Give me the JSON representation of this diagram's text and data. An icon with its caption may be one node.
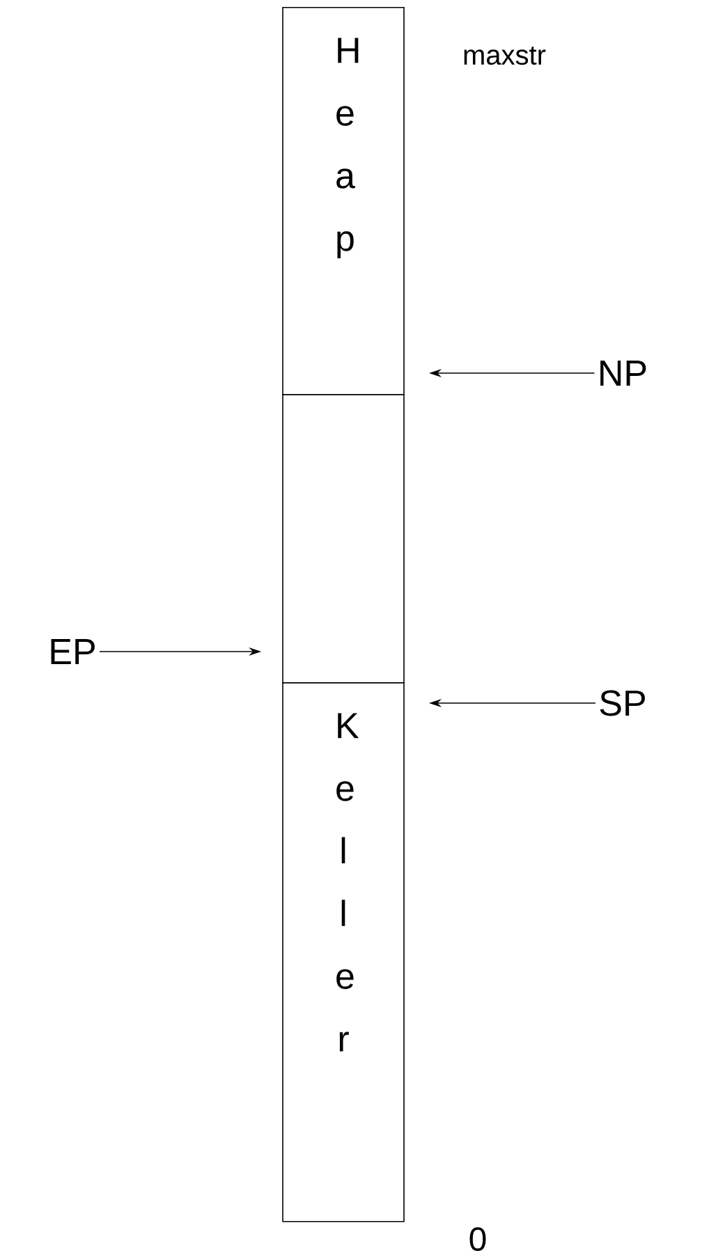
{
  "diagram": {
    "nodes": [
      {
        "text": [
          "H e a p"
        ]
      },
      {
        "text": [],
        "shape": "box"
      },
      {
        "text": [
          "K e l l e r"
        ]
      },
      {
        "text": [
          "NP"
        ]
      },
      {
        "text": [
          "SP"
        ]
      },
      {
        "text": [
          "EP"
        ]
      }
    ],
    "edges": [
      {
        "from": 3,
        "to": null,
        "arrow": "to"
      },
      {
        "from": 4,
        "to": null,
        "arrow": "to"
      },
      {
        "from": 5,
        "to": 1,
        "arrow": "to"
      }
    ],
    "labels": [
      "maxstr",
      "0"
    ]
  }
}
